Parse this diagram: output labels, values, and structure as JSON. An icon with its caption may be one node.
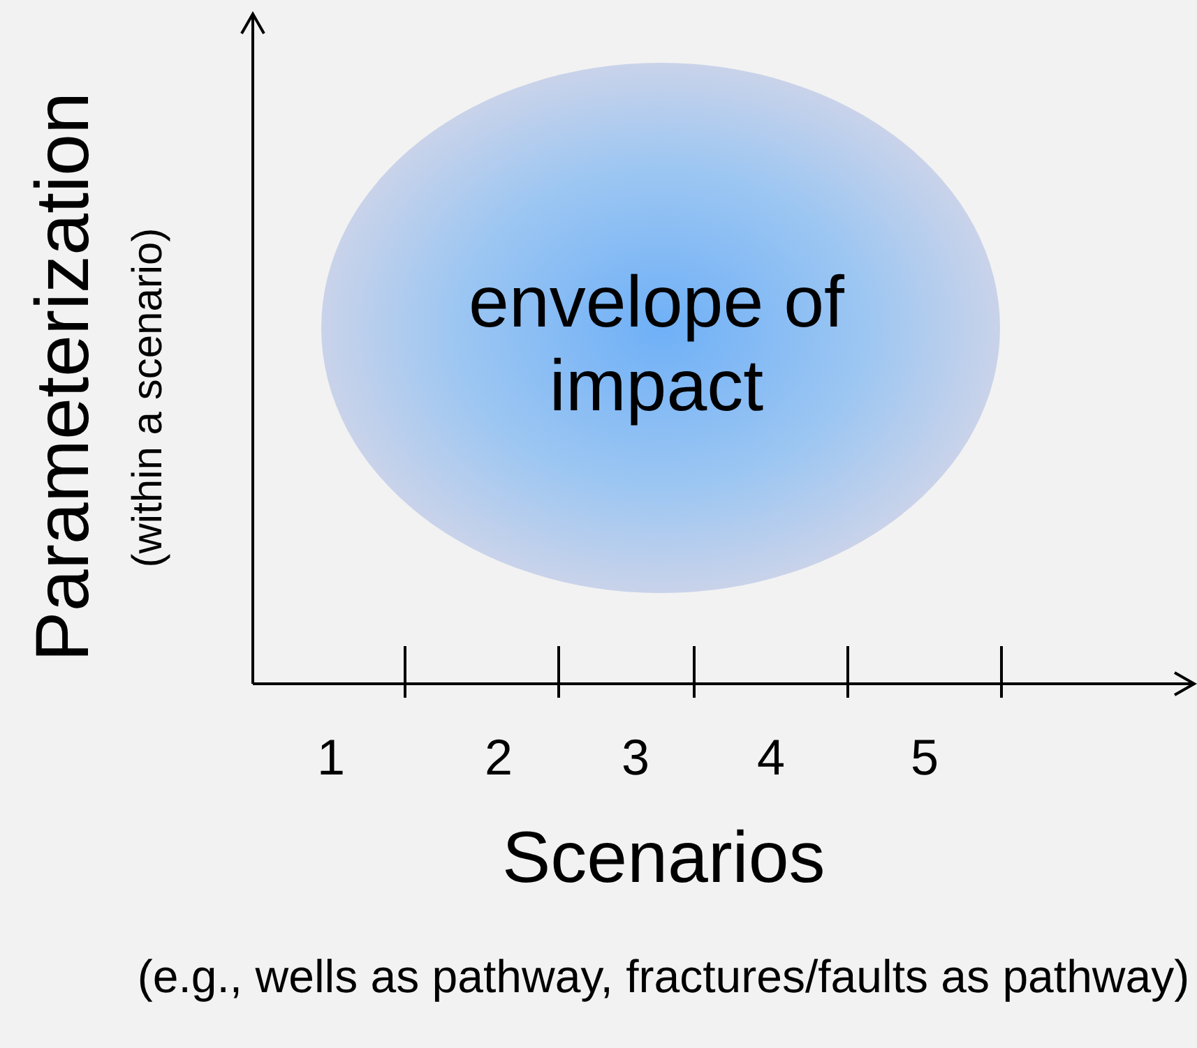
{
  "diagram": {
    "nodes": [
      {
        "text": [
          "envelope of impact"
        ]
      }
    ],
    "labels": [
      "Parameterization",
      "(within a scenario)",
      "1",
      "2",
      "3",
      "4",
      "5",
      "Scenarios",
      "(e.g., wells as pathway, fractures/faults as pathway)"
    ]
  }
}
